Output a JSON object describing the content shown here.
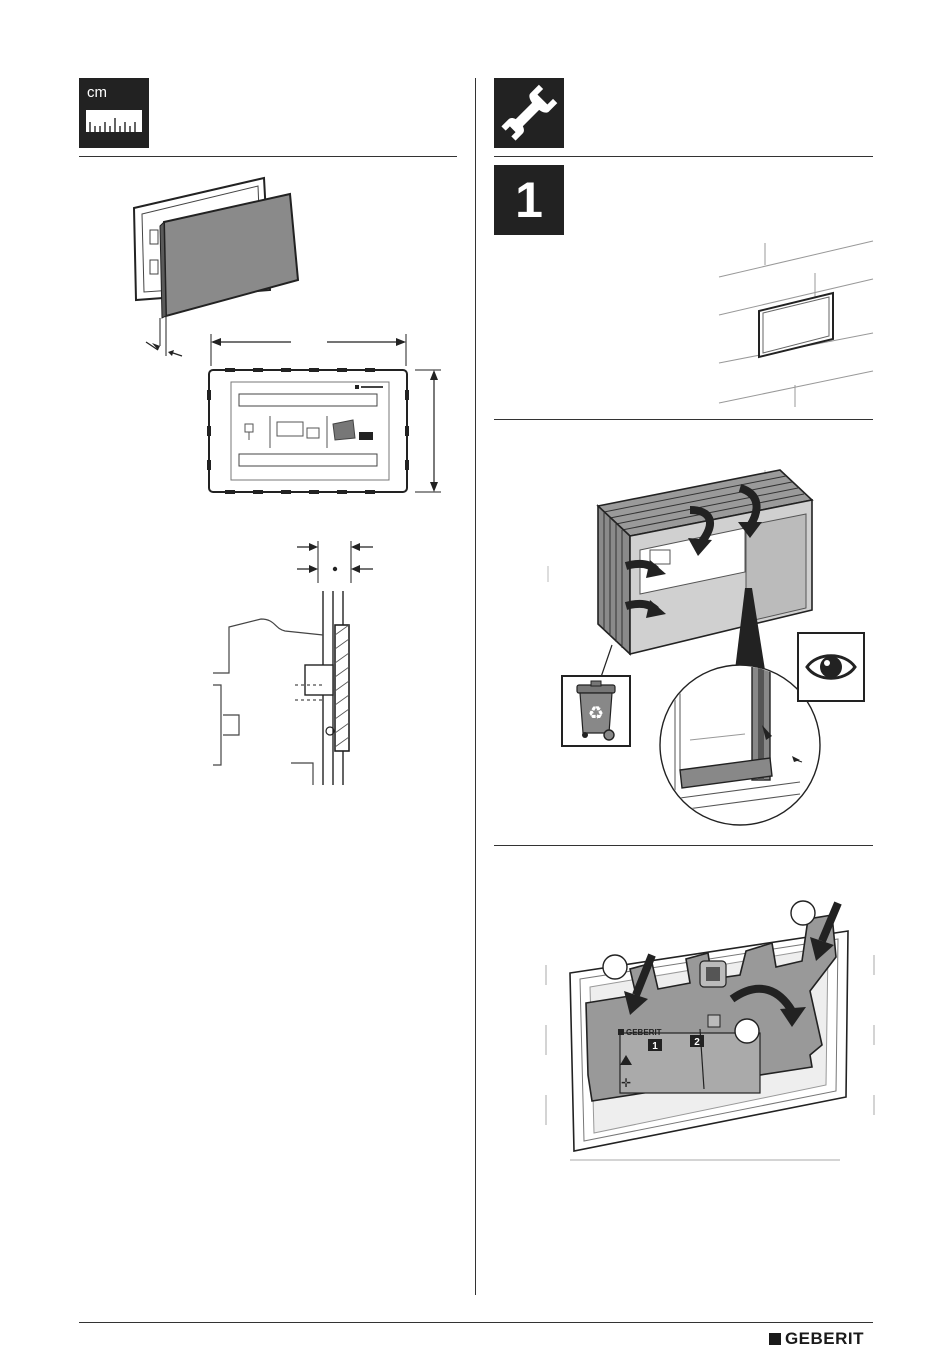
{
  "left_header": {
    "unit_label": "cm"
  },
  "right_header": {
    "step_number": "1"
  },
  "panel_brand": "GEBERIT",
  "panel_labels": [
    "1",
    "2"
  ],
  "footer": {
    "brand": "GEBERIT"
  }
}
